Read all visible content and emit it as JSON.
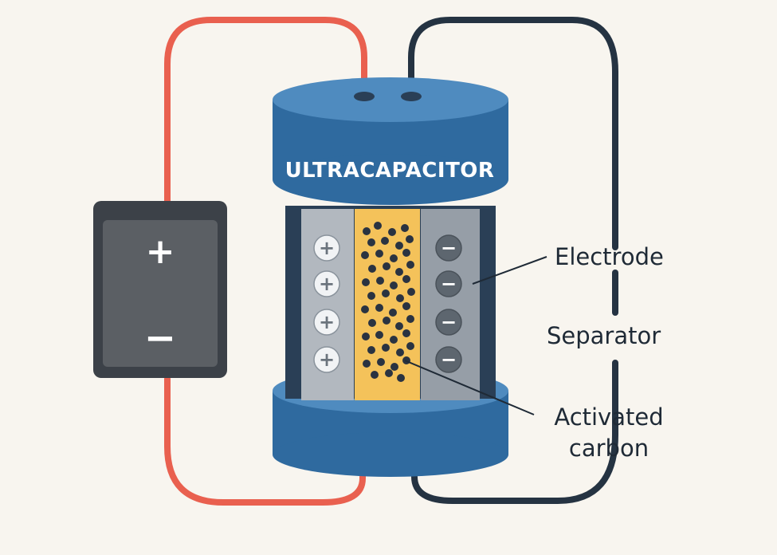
{
  "diagram": {
    "device_label": "ULTRACAPACITOR",
    "battery": {
      "positive_symbol": "+",
      "negative_symbol": "−"
    },
    "ions": {
      "positive_symbol": "+",
      "negative_symbol": "−",
      "positive_count": 4,
      "negative_count": 4
    },
    "callouts": {
      "electrode": "Electrode",
      "separator": "Separator",
      "activated_carbon_line1": "Activated",
      "activated_carbon_line2": "carbon"
    }
  },
  "colors": {
    "background": "#f8f5ef",
    "positive_wire": "#e9604f",
    "negative_wire": "#253342",
    "capacitor_body": "#2f6a9f",
    "capacitor_top": "#4f8bbf",
    "battery_body": "#3c4148",
    "battery_face": "#5b5f64",
    "electrode_left": "#b2b8bf",
    "electrode_right": "#969ea7",
    "separator_fill": "#f4c25a",
    "carbon_particle": "#2a3341",
    "positive_ion": "#f1f3f5",
    "negative_ion": "#5d666f"
  }
}
